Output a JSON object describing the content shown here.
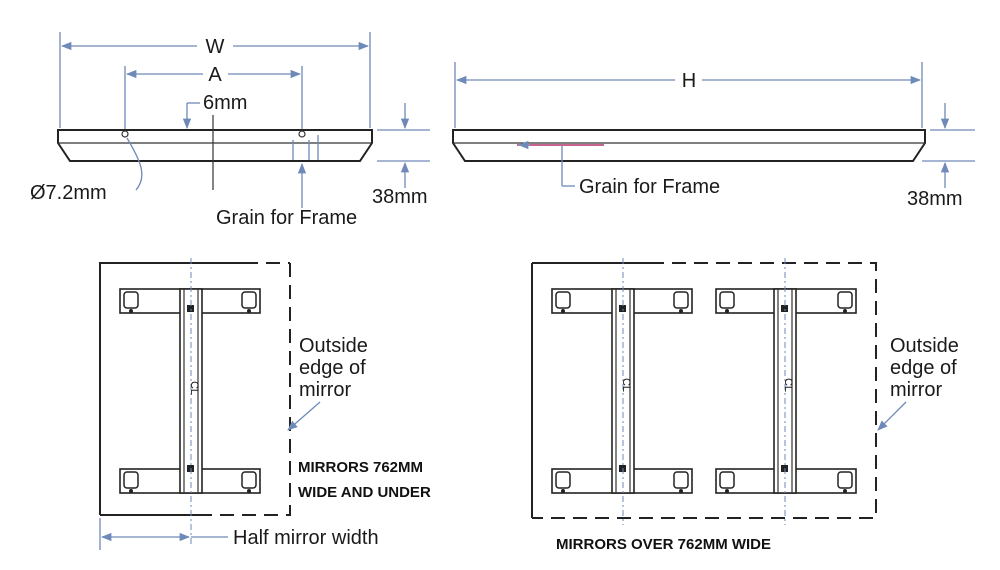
{
  "top_left": {
    "dim_w": "W",
    "dim_a": "A",
    "dim_6mm": "6mm",
    "hole_diameter": "Ø7.2mm",
    "grain_label": "Grain for Frame",
    "thickness": "38mm"
  },
  "top_right": {
    "dim_h": "H",
    "grain_label": "Grain for Frame",
    "thickness": "38mm"
  },
  "bottom_left": {
    "outside_edge": [
      "Outside",
      "edge of",
      "mirror"
    ],
    "caption_lines": [
      "MIRRORS 762MM",
      "WIDE AND UNDER"
    ],
    "half_width": "Half mirror width",
    "centerline": "CL"
  },
  "bottom_right": {
    "outside_edge": [
      "Outside",
      "edge of",
      "mirror"
    ],
    "caption": "MIRRORS OVER 762MM WIDE",
    "centerline": "CL"
  },
  "colors": {
    "dimension": "#6f89b8",
    "outline": "#222222",
    "grain_line": "#b0306a"
  }
}
